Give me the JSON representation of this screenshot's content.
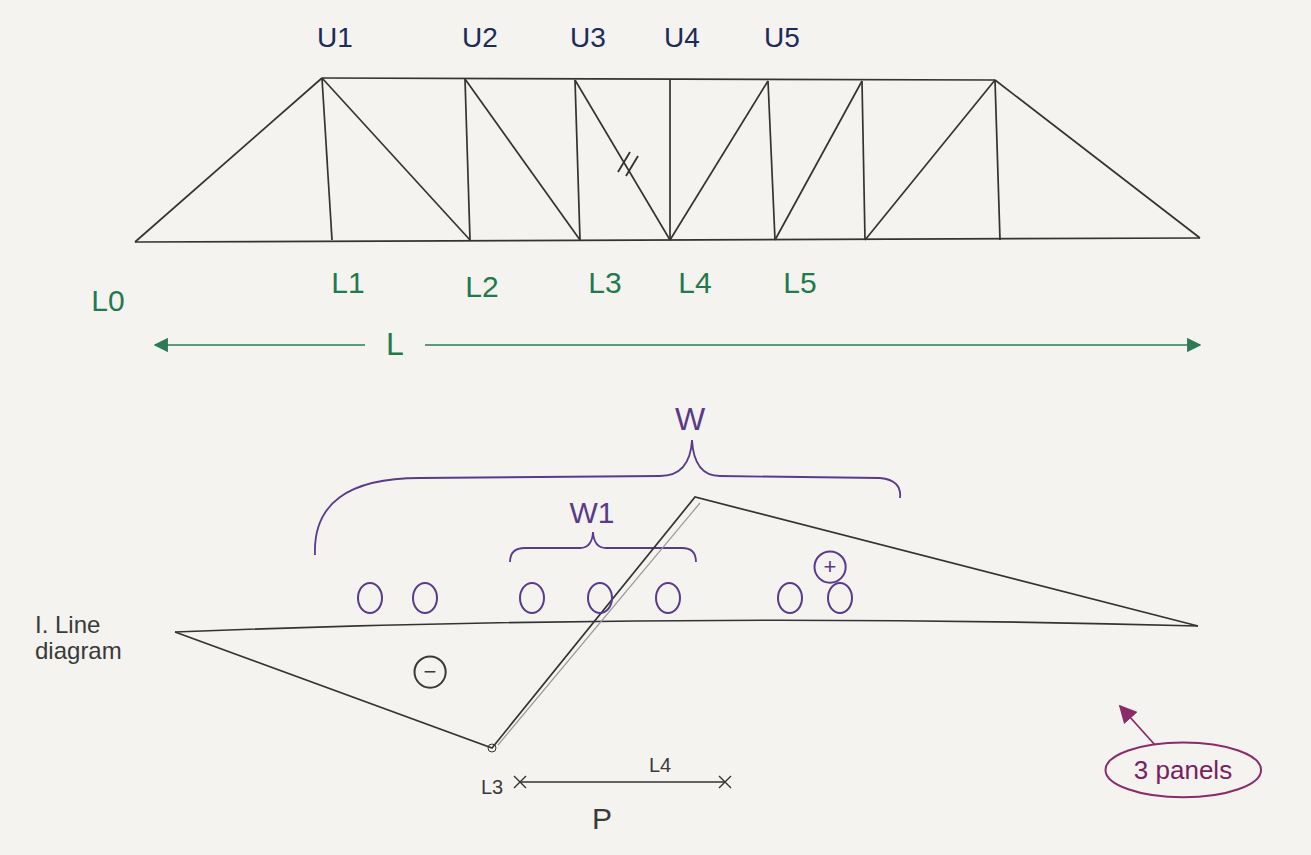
{
  "diagram": {
    "nodes": [
      {
        "text": [
          "−"
        ]
      },
      {
        "text": [
          "+"
        ]
      },
      {
        "text": [
          "3 panels"
        ]
      }
    ],
    "labels": [
      "U1",
      "U2",
      "U3",
      "U4",
      "U5",
      "L0",
      "L1",
      "L2",
      "L3",
      "L4",
      "L5",
      "L",
      "W",
      "W1",
      "I. Line diagram",
      "L3",
      "L4",
      "P"
    ]
  }
}
